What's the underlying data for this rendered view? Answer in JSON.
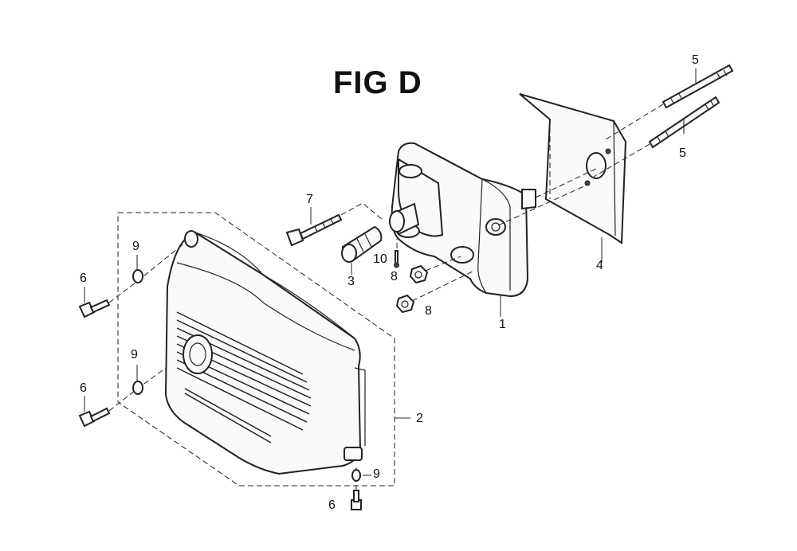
{
  "figure": {
    "title": "FIG D"
  },
  "callouts": {
    "c1": "1",
    "c2": "2",
    "c3": "3",
    "c4": "4",
    "c5a": "5",
    "c5b": "5",
    "c6a": "6",
    "c6b": "6",
    "c6c": "6",
    "c7": "7",
    "c8a": "8",
    "c8b": "8",
    "c9a": "9",
    "c9b": "9",
    "c9c": "9",
    "c10": "10"
  }
}
